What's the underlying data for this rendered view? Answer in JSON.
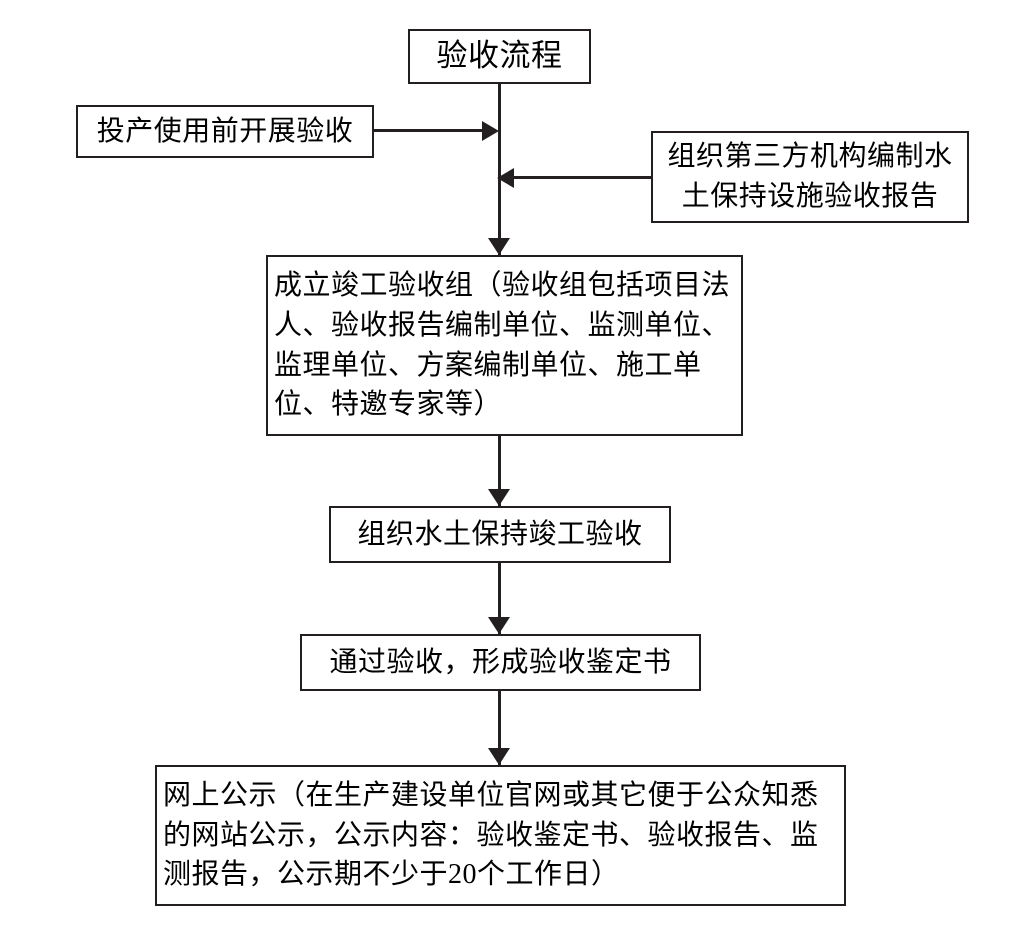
{
  "diagram": {
    "type": "flowchart",
    "orientation": "top-to-bottom",
    "title": "验收流程",
    "colors": {
      "stroke": "#231f20",
      "fill": "#ffffff",
      "text": "#000000"
    },
    "nodes": [
      {
        "id": "title",
        "label": "验收流程",
        "role": "start"
      },
      {
        "id": "pre_acceptance",
        "label": "投产使用前开展验收",
        "role": "input-left"
      },
      {
        "id": "third_party_report",
        "label": "组织第三方机构编制水土保持设施验收报告",
        "role": "input-right"
      },
      {
        "id": "form_group",
        "label": "成立竣工验收组（验收组包括项目法人、验收报告编制单位、监测单位、监理单位、方案编制单位、施工单位、特邀专家等）",
        "role": "process"
      },
      {
        "id": "organize_acceptance",
        "label": "组织水土保持竣工验收",
        "role": "process"
      },
      {
        "id": "acceptance_certificate",
        "label": "通过验收，形成验收鉴定书",
        "role": "process"
      },
      {
        "id": "online_publicity",
        "label": "网上公示（在生产建设单位官网或其它便于公众知悉的网站公示，公示内容：验收鉴定书、验收报告、监测报告，公示期不少于20个工作日）",
        "role": "process"
      }
    ],
    "edges": [
      {
        "from": "title",
        "to": "form_group",
        "direction": "down"
      },
      {
        "from": "pre_acceptance",
        "to": "title_trunk",
        "direction": "right"
      },
      {
        "from": "third_party_report",
        "to": "title_trunk",
        "direction": "left"
      },
      {
        "from": "form_group",
        "to": "organize_acceptance",
        "direction": "down"
      },
      {
        "from": "organize_acceptance",
        "to": "acceptance_certificate",
        "direction": "down"
      },
      {
        "from": "acceptance_certificate",
        "to": "online_publicity",
        "direction": "down"
      }
    ]
  }
}
